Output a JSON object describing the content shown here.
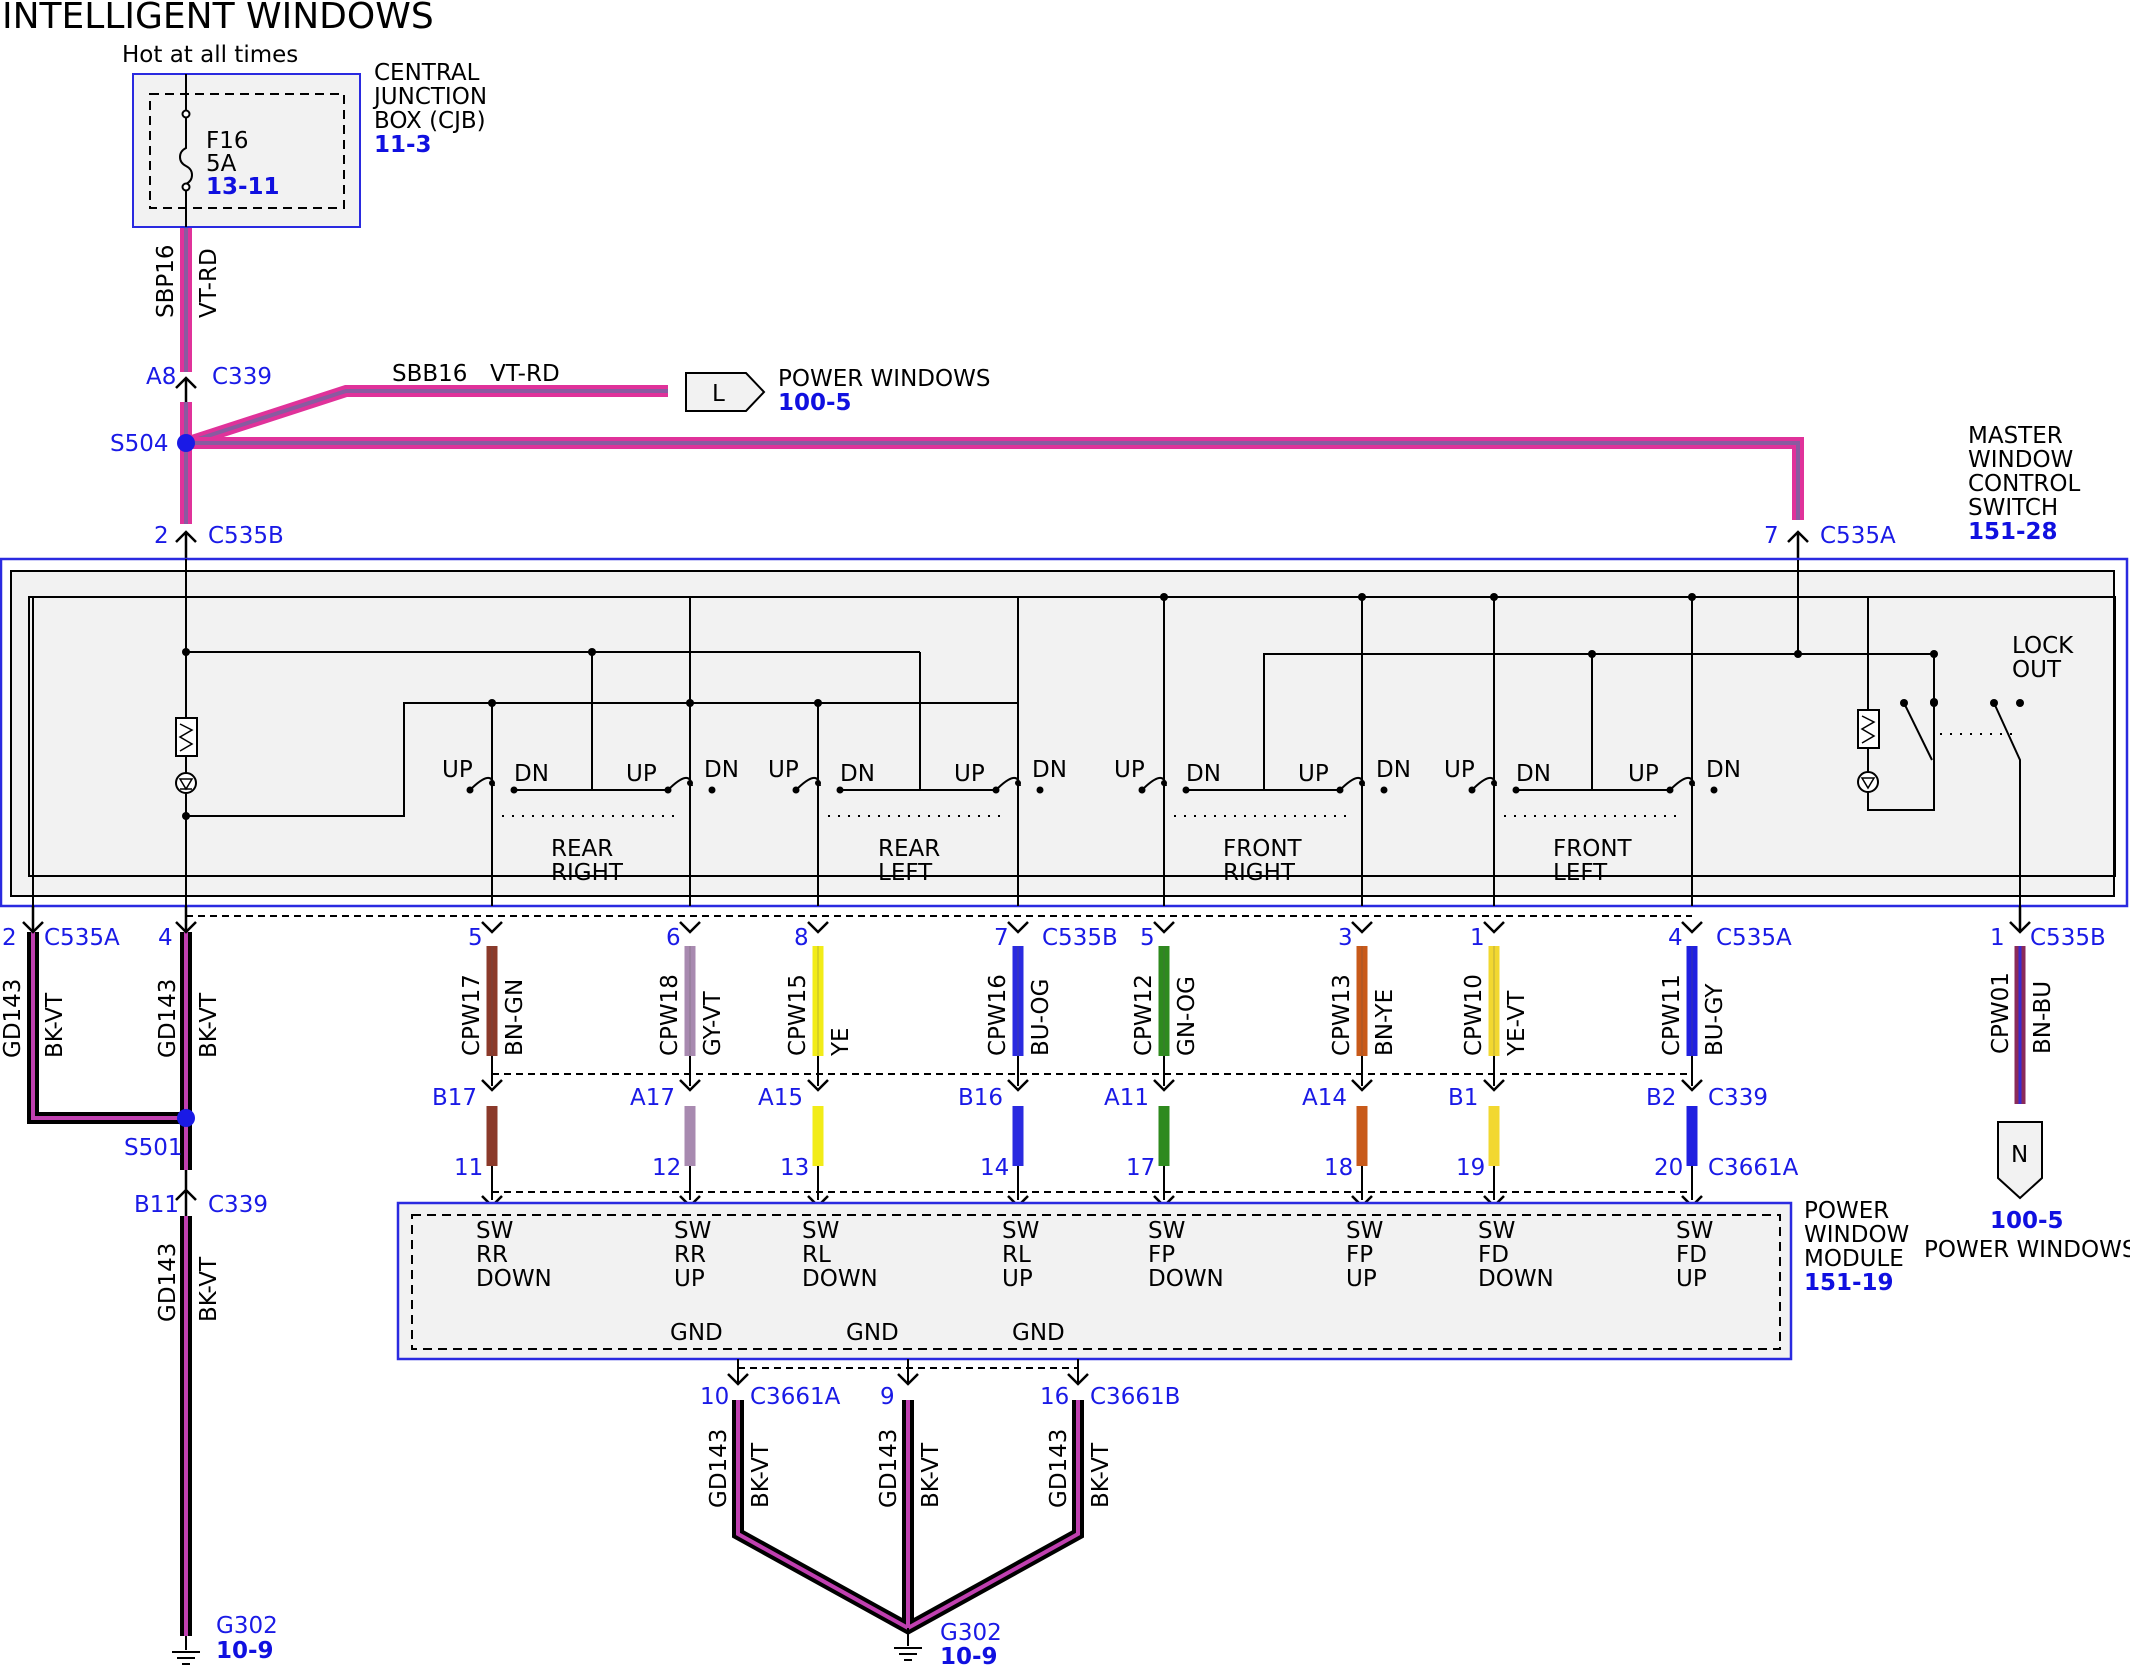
{
  "title": "INTELLIGENT WINDOWS",
  "hot_label": "Hot at all times",
  "cjb": {
    "fuse_name": "F16",
    "fuse_rating": "5A",
    "fuse_ref": "13-11",
    "label_lines": [
      "CENTRAL",
      "JUNCTION",
      "BOX (CJB)"
    ],
    "ref": "11-3"
  },
  "feed": {
    "circuit": "SBP16",
    "color": "VT-RD",
    "pin": "A8",
    "connector": "C339",
    "splice": "S504"
  },
  "branch": {
    "circuit": "SBB16",
    "color": "VT-RD",
    "tag": "L",
    "label": "POWER WINDOWS",
    "ref": "100-5"
  },
  "master_switch": {
    "label_lines": [
      "MASTER",
      "WINDOW",
      "CONTROL",
      "SWITCH"
    ],
    "ref": "151-28",
    "left_pin": "2",
    "left_conn": "C535B",
    "right_pin": "7",
    "right_conn": "C535A",
    "lockout_lines": [
      "LOCK",
      "OUT"
    ],
    "up": "UP",
    "dn": "DN",
    "groups": [
      {
        "l1": "REAR",
        "l2": "RIGHT"
      },
      {
        "l1": "REAR",
        "l2": "LEFT"
      },
      {
        "l1": "FRONT",
        "l2": "RIGHT"
      },
      {
        "l1": "FRONT",
        "l2": "LEFT"
      }
    ]
  },
  "ground_left": {
    "pin_a": "2",
    "conn_a": "C535A",
    "pin_b": "4",
    "circuit": "GD143",
    "color": "BK-VT",
    "splice": "S501",
    "pin_c": "B11",
    "conn_c": "C339",
    "ground": "G302",
    "ground_ref": "10-9"
  },
  "wires": [
    {
      "pin": "5",
      "circuit": "CPW17",
      "color": "BN-GN",
      "pin2": "B17",
      "pin3": "11",
      "top_conn": "",
      "mid_conn": "",
      "bot_conn": "",
      "hex": "#8b3a2a",
      "l1": "SW",
      "l2": "RR",
      "l3": "DOWN"
    },
    {
      "pin": "6",
      "circuit": "CPW18",
      "color": "GY-VT",
      "pin2": "A17",
      "pin3": "12",
      "top_conn": "",
      "mid_conn": "",
      "bot_conn": "",
      "hex": "#a88ab0",
      "l1": "SW",
      "l2": "RR",
      "l3": "UP"
    },
    {
      "pin": "8",
      "circuit": "CPW15",
      "color": "YE",
      "pin2": "A15",
      "pin3": "13",
      "top_conn": "",
      "mid_conn": "",
      "bot_conn": "",
      "hex": "#f2ec18",
      "l1": "SW",
      "l2": "RL",
      "l3": "DOWN"
    },
    {
      "pin": "7",
      "circuit": "CPW16",
      "color": "BU-OG",
      "pin2": "B16",
      "pin3": "14",
      "top_conn": "C535B",
      "mid_conn": "",
      "bot_conn": "",
      "hex": "#2a2ae0",
      "l1": "SW",
      "l2": "RL",
      "l3": "UP"
    },
    {
      "pin": "5",
      "circuit": "CPW12",
      "color": "GN-OG",
      "pin2": "A11",
      "pin3": "17",
      "top_conn": "",
      "mid_conn": "",
      "bot_conn": "",
      "hex": "#2e8a1e",
      "l1": "SW",
      "l2": "FP",
      "l3": "DOWN"
    },
    {
      "pin": "3",
      "circuit": "CPW13",
      "color": "BN-YE",
      "pin2": "A14",
      "pin3": "18",
      "top_conn": "",
      "mid_conn": "",
      "bot_conn": "",
      "hex": "#c85a1a",
      "l1": "SW",
      "l2": "FP",
      "l3": "UP"
    },
    {
      "pin": "1",
      "circuit": "CPW10",
      "color": "YE-VT",
      "pin2": "B1",
      "pin3": "19",
      "top_conn": "",
      "mid_conn": "",
      "bot_conn": "",
      "hex": "#f2d830",
      "l1": "SW",
      "l2": "FD",
      "l3": "DOWN"
    },
    {
      "pin": "4",
      "circuit": "CPW11",
      "color": "BU-GY",
      "pin2": "B2",
      "pin3": "20",
      "top_conn": "C535A",
      "mid_conn": "C339",
      "bot_conn": "C3661A",
      "hex": "#2020e0",
      "l1": "SW",
      "l2": "FD",
      "l3": "UP"
    }
  ],
  "cpw01": {
    "pin": "1",
    "conn": "C535B",
    "circuit": "CPW01",
    "color": "BN-BU",
    "tag": "N",
    "ref": "100-5",
    "label": "POWER WINDOWS"
  },
  "pwm": {
    "label_lines": [
      "POWER",
      "WINDOW",
      "MODULE"
    ],
    "ref": "151-19",
    "gnd_label": "GND",
    "grounds": [
      {
        "pin": "10",
        "conn": "C3661A",
        "circuit": "GD143",
        "color": "BK-VT"
      },
      {
        "pin": "9",
        "conn": "",
        "circuit": "GD143",
        "color": "BK-VT"
      },
      {
        "pin": "16",
        "conn": "C3661B",
        "circuit": "GD143",
        "color": "BK-VT"
      }
    ],
    "ground": "G302",
    "ground_ref": "10-9"
  }
}
